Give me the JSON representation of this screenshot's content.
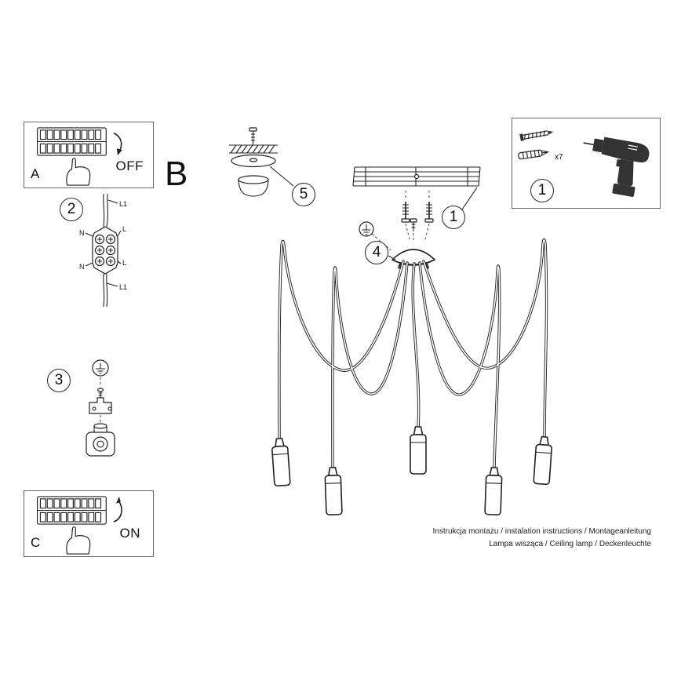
{
  "sections": {
    "a": {
      "letter": "A",
      "state": "OFF"
    },
    "b": {
      "letter": "B"
    },
    "c": {
      "letter": "C",
      "state": "ON"
    }
  },
  "step_numbers": {
    "s1": "1",
    "s2": "2",
    "s3": "3",
    "s4": "4",
    "s5": "5",
    "tools": "1"
  },
  "wiring_labels": {
    "l1_top": "L1",
    "n_top": "N",
    "l_top": "L",
    "n_bottom": "N",
    "l_bottom": "L",
    "l1_bottom": "L1"
  },
  "tools": {
    "anchor_count": "x7"
  },
  "footer": {
    "line1": "Instrukcja montażu / instalation instructions / Montageanleitung",
    "line2": "Lampa wisząca / Ceiling lamp / Deckenleuchte"
  }
}
